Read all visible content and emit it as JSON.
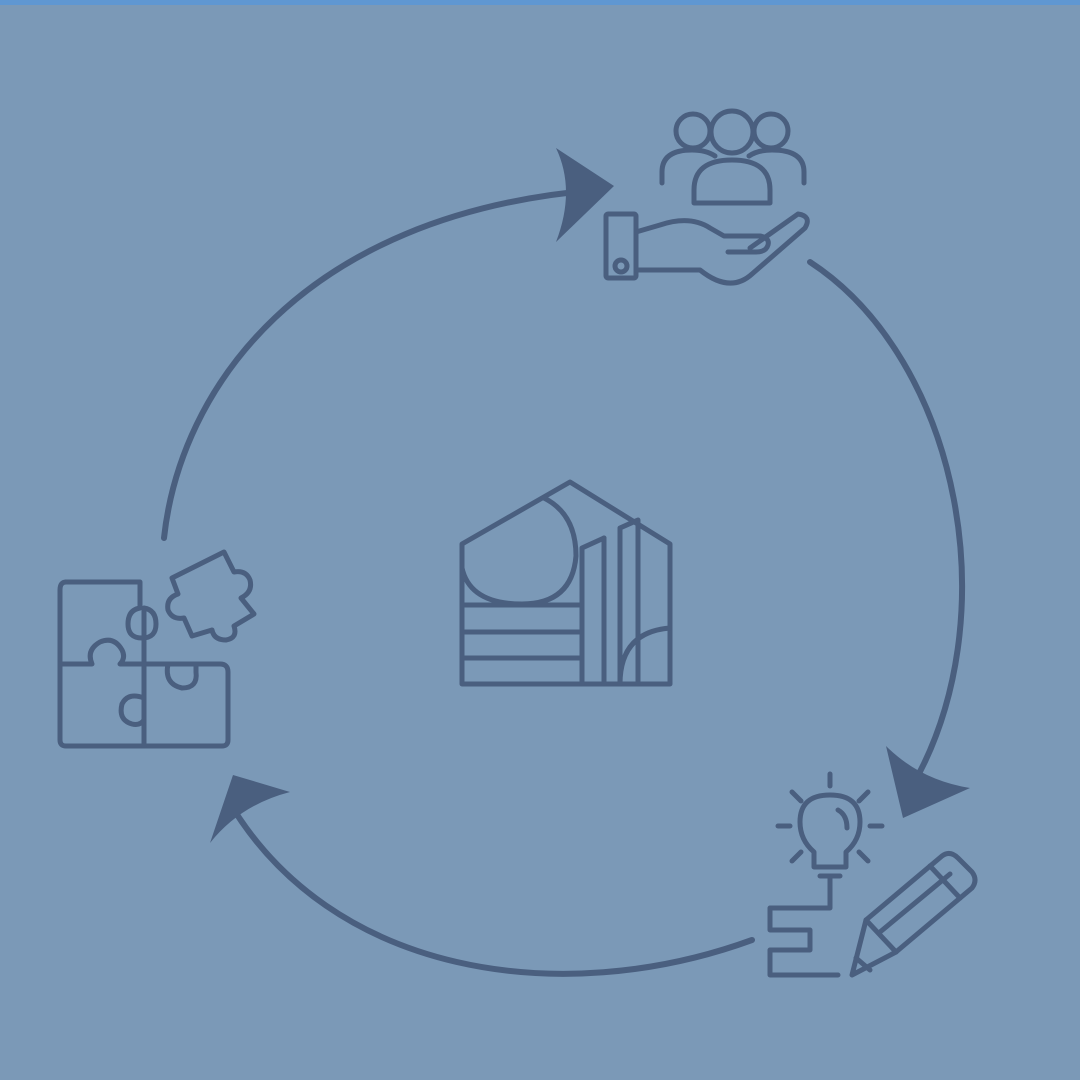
{
  "diagram": {
    "kind": "cycle",
    "background_color": "#7b99b7",
    "accent_strip_color": "#5f97d2",
    "ink_color": "#4a5f7f",
    "center": {
      "icon": "house-logo-icon"
    },
    "nodes": [
      {
        "position": "top-right",
        "icon": "community-hand-icon"
      },
      {
        "position": "bottom-right",
        "icon": "idea-pencil-icon"
      },
      {
        "position": "left",
        "icon": "puzzle-icon"
      }
    ],
    "direction": "clockwise"
  }
}
